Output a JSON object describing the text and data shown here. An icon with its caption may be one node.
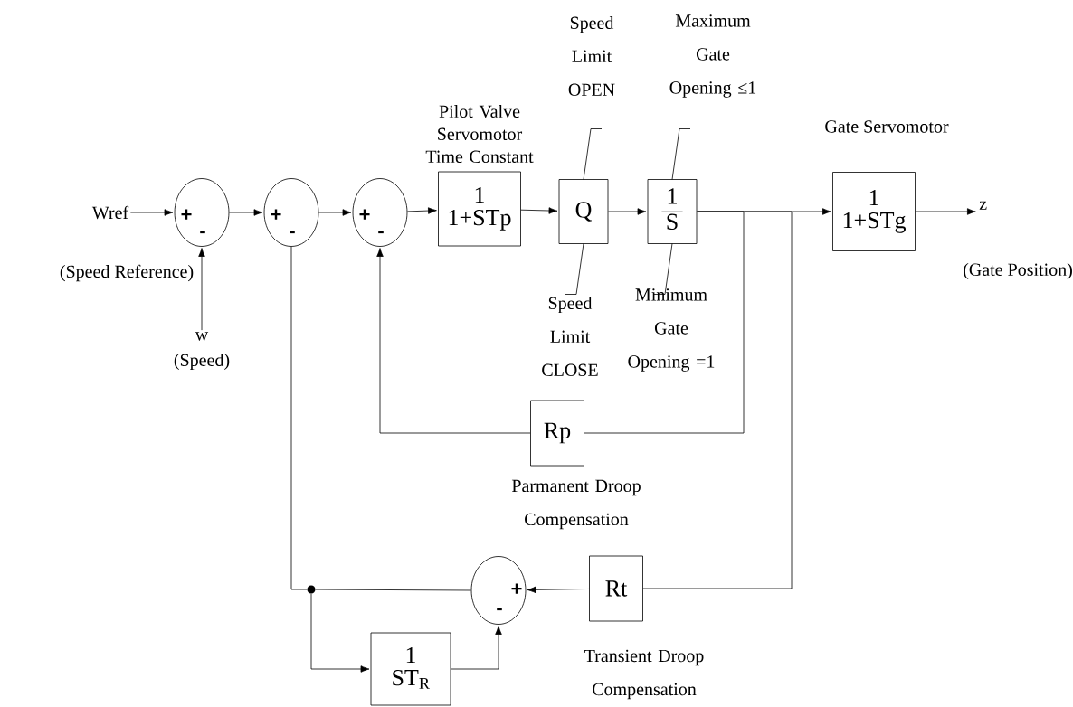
{
  "diagram": {
    "nodes": [
      {
        "text": [
          "Wref"
        ],
        "beside": [
          "(Speed Reference)"
        ]
      },
      {
        "text": [
          "+",
          "-"
        ]
      },
      {
        "text": [
          "+",
          "-"
        ]
      },
      {
        "text": [
          "+",
          "-"
        ]
      },
      {
        "text": [
          "1",
          "1+STp"
        ],
        "beside": [
          "Pilot Valve Servomotor Time Constant"
        ]
      },
      {
        "text": [
          "Q"
        ],
        "beside": [
          "Speed Limit OPEN",
          "Speed Limit CLOSE"
        ]
      },
      {
        "text": [
          "1",
          "S"
        ],
        "beside": [
          "Maximum Gate Opening ≤1",
          "Minimum Gate Opening =1"
        ]
      },
      {
        "text": [
          "1",
          "1+STg"
        ],
        "beside": [
          "Gate Servomotor"
        ]
      },
      {
        "text": [
          "z"
        ],
        "beside": [
          "(Gate Position)"
        ]
      },
      {
        "text": [
          "w"
        ],
        "beside": [
          "(Speed)"
        ]
      },
      {
        "text": [
          "Rp"
        ],
        "beside": [
          "Parmanent Droop Compensation"
        ]
      },
      {
        "text": [
          "+",
          "-"
        ]
      },
      {
        "text": [
          "Rt"
        ],
        "beside": [
          "Transient Droop Compensation"
        ]
      },
      {
        "text": [
          "1",
          "ST$_{R}$"
        ]
      },
      {
        "text": [],
        "shape": "circle"
      }
    ],
    "edges": [
      {
        "from": 0,
        "to": 1,
        "arrow": "to"
      },
      {
        "from": 9,
        "to": 1,
        "arrow": "to"
      },
      {
        "from": 1,
        "to": 2,
        "arrow": "to"
      },
      {
        "from": 2,
        "to": 3,
        "arrow": "to"
      },
      {
        "from": 3,
        "to": 4,
        "arrow": "to"
      },
      {
        "from": 4,
        "to": 5,
        "arrow": "to"
      },
      {
        "from": 5,
        "to": 6,
        "arrow": "to"
      },
      {
        "from": 6,
        "to": 7,
        "arrow": "to"
      },
      {
        "from": 7,
        "to": 8,
        "arrow": "to"
      },
      {
        "from": 6,
        "to": 10,
        "arrow": "none"
      },
      {
        "from": 10,
        "to": 3,
        "arrow": "to"
      },
      {
        "from": 6,
        "to": 12,
        "arrow": "none"
      },
      {
        "from": 12,
        "to": 11,
        "arrow": "to"
      },
      {
        "from": 11,
        "to": 14,
        "arrow": "none"
      },
      {
        "from": 14,
        "to": 2,
        "arrow": "none"
      },
      {
        "from": 14,
        "to": 13,
        "arrow": "to"
      },
      {
        "from": 13,
        "to": 11,
        "arrow": "to"
      }
    ]
  }
}
